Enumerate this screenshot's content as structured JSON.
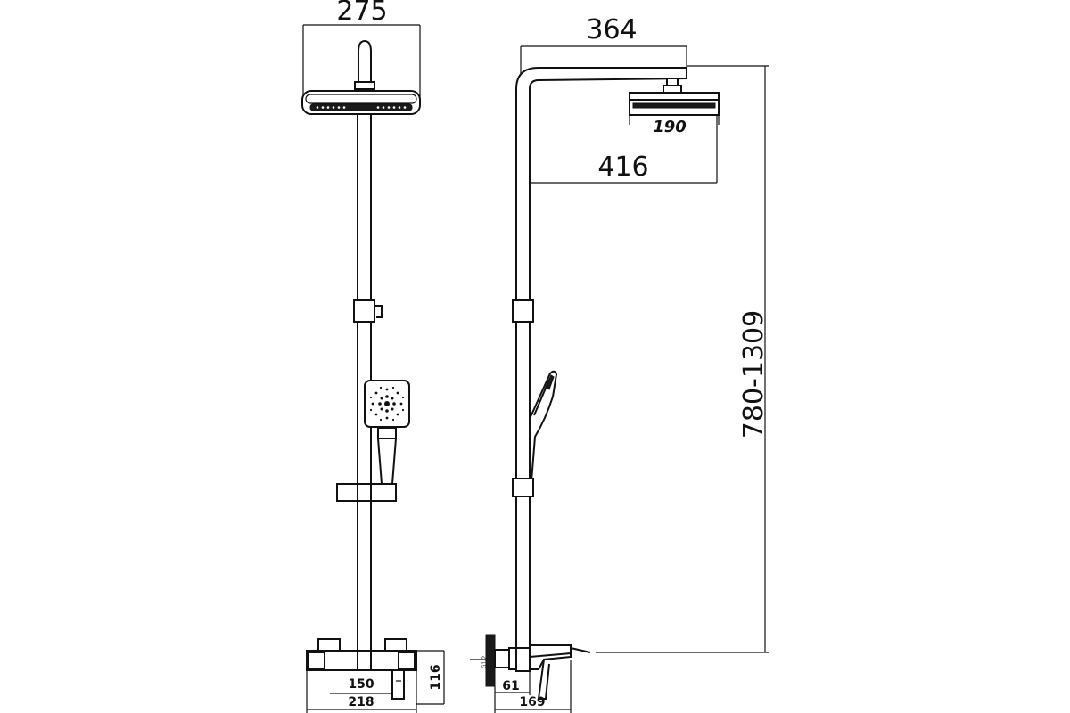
{
  "dimensions": {
    "front_head_width": "275",
    "side_arm_reach": "364",
    "side_head_depth": "190",
    "side_head_offset": "416",
    "total_height": "780-1309",
    "mixer_height": "116",
    "mixer_spacing": "150",
    "mixer_width": "218",
    "wall_offset": "61",
    "spout_projection": "169",
    "wall_label": "G1/2"
  }
}
